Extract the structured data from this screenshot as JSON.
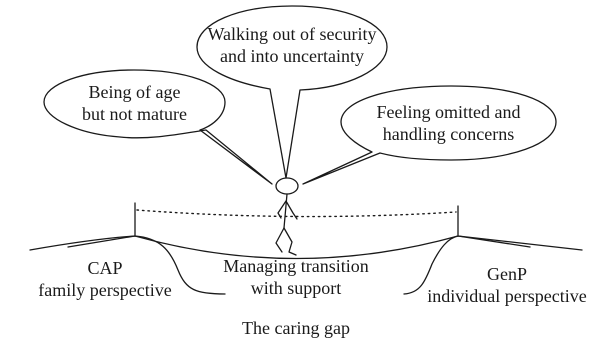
{
  "bubbles": {
    "top": {
      "line1": "Walking out of security",
      "line2": "and into uncertainty"
    },
    "left": {
      "line1": "Being of age",
      "line2": "but not mature"
    },
    "right": {
      "line1": "Feeling omitted and",
      "line2": "handling concerns"
    }
  },
  "labels": {
    "cap": {
      "line1": "CAP",
      "line2": "family perspective"
    },
    "center": {
      "line1": "Managing transition",
      "line2": "with support"
    },
    "genp": {
      "line1": "GenP",
      "line2": "individual perspective"
    },
    "caption": "The caring gap"
  },
  "colors": {
    "stroke": "#1a1a1a",
    "background": "#ffffff"
  }
}
